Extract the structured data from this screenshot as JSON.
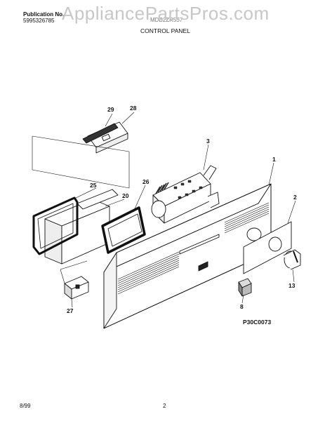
{
  "header": {
    "publication_label": "Publication No.",
    "publication_number": "5995326785",
    "model": "MDB2ZR557",
    "section_title": "CONTROL PANEL"
  },
  "watermark": "AppliancePartsPros.com",
  "diagram": {
    "figure_code": "P30C0073",
    "callouts": {
      "c29": "29",
      "c28": "28",
      "c3": "3",
      "c1": "1",
      "c26": "26",
      "c25": "25",
      "c20": "20",
      "c2": "2",
      "c13": "13",
      "c27": "27",
      "c8": "8"
    }
  },
  "footer": {
    "date": "8/99",
    "page": "2"
  }
}
